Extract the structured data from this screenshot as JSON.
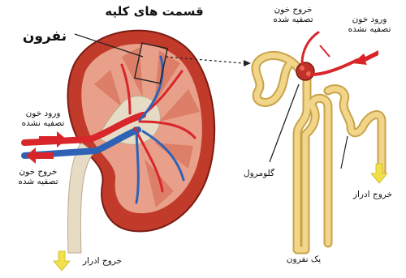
{
  "labels": {
    "title": "قسمت های کلیه",
    "nephron": "نفرون",
    "blood_in_left": "ورود خون\nتصفیه نشده",
    "blood_out_left": "خروج خون\nتصفیه شده",
    "urine_out_left": "خروج ادرار",
    "blood_out_right": "خروج خون\nتصفیه شده",
    "blood_in_right": "ورود خون\nتصفیه نشده",
    "glomerulus": "گلومرول",
    "urine_out_right": "خروج ادرار",
    "one_nephron": "یک نفرون"
  },
  "colors": {
    "cortex": "#c23a2a",
    "medulla": "#e8a08a",
    "pelvis": "#e6dcc6",
    "artery": "#d8262b",
    "vein": "#2f62b5",
    "tubule": "#f1d68a",
    "arrow_red": "#d9252a",
    "arrow_yellow": "#f2e04a"
  }
}
